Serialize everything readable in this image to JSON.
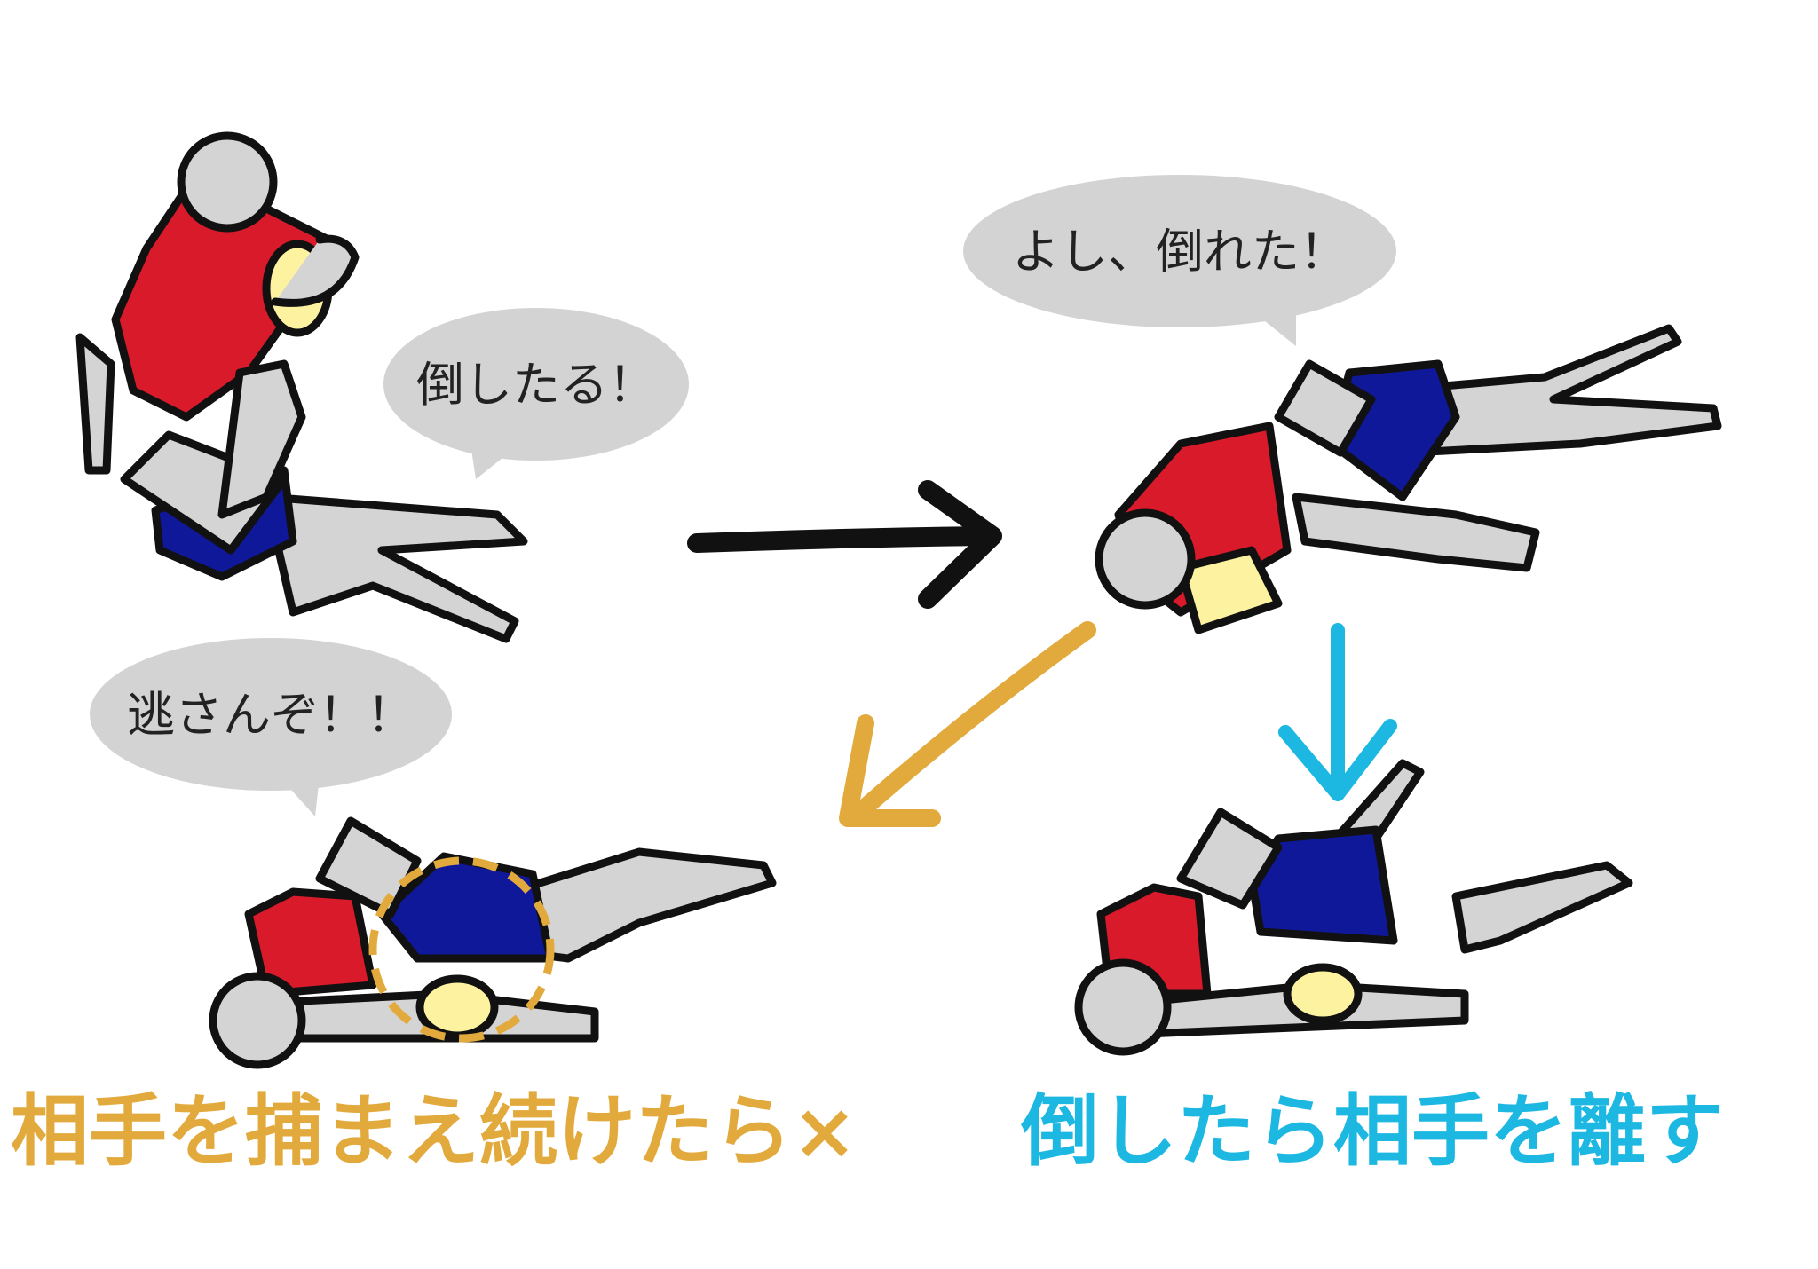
{
  "bubbles": {
    "tackle": "倒したる！",
    "down": "よし、倒れた！",
    "hold": "逃さんぞ！！"
  },
  "captions": {
    "wrong": "相手を捕まえ続けたら×",
    "right": "倒したら相手を離す"
  },
  "colors": {
    "tackler_shirt": "#d91a2a",
    "carrier_shirt": "#10189a",
    "skin": "#d4d4d4",
    "ball": "#fdf2a0",
    "wrong": "#e2aa3c",
    "right": "#1db8e2",
    "bubble": "#d3d3d3"
  }
}
